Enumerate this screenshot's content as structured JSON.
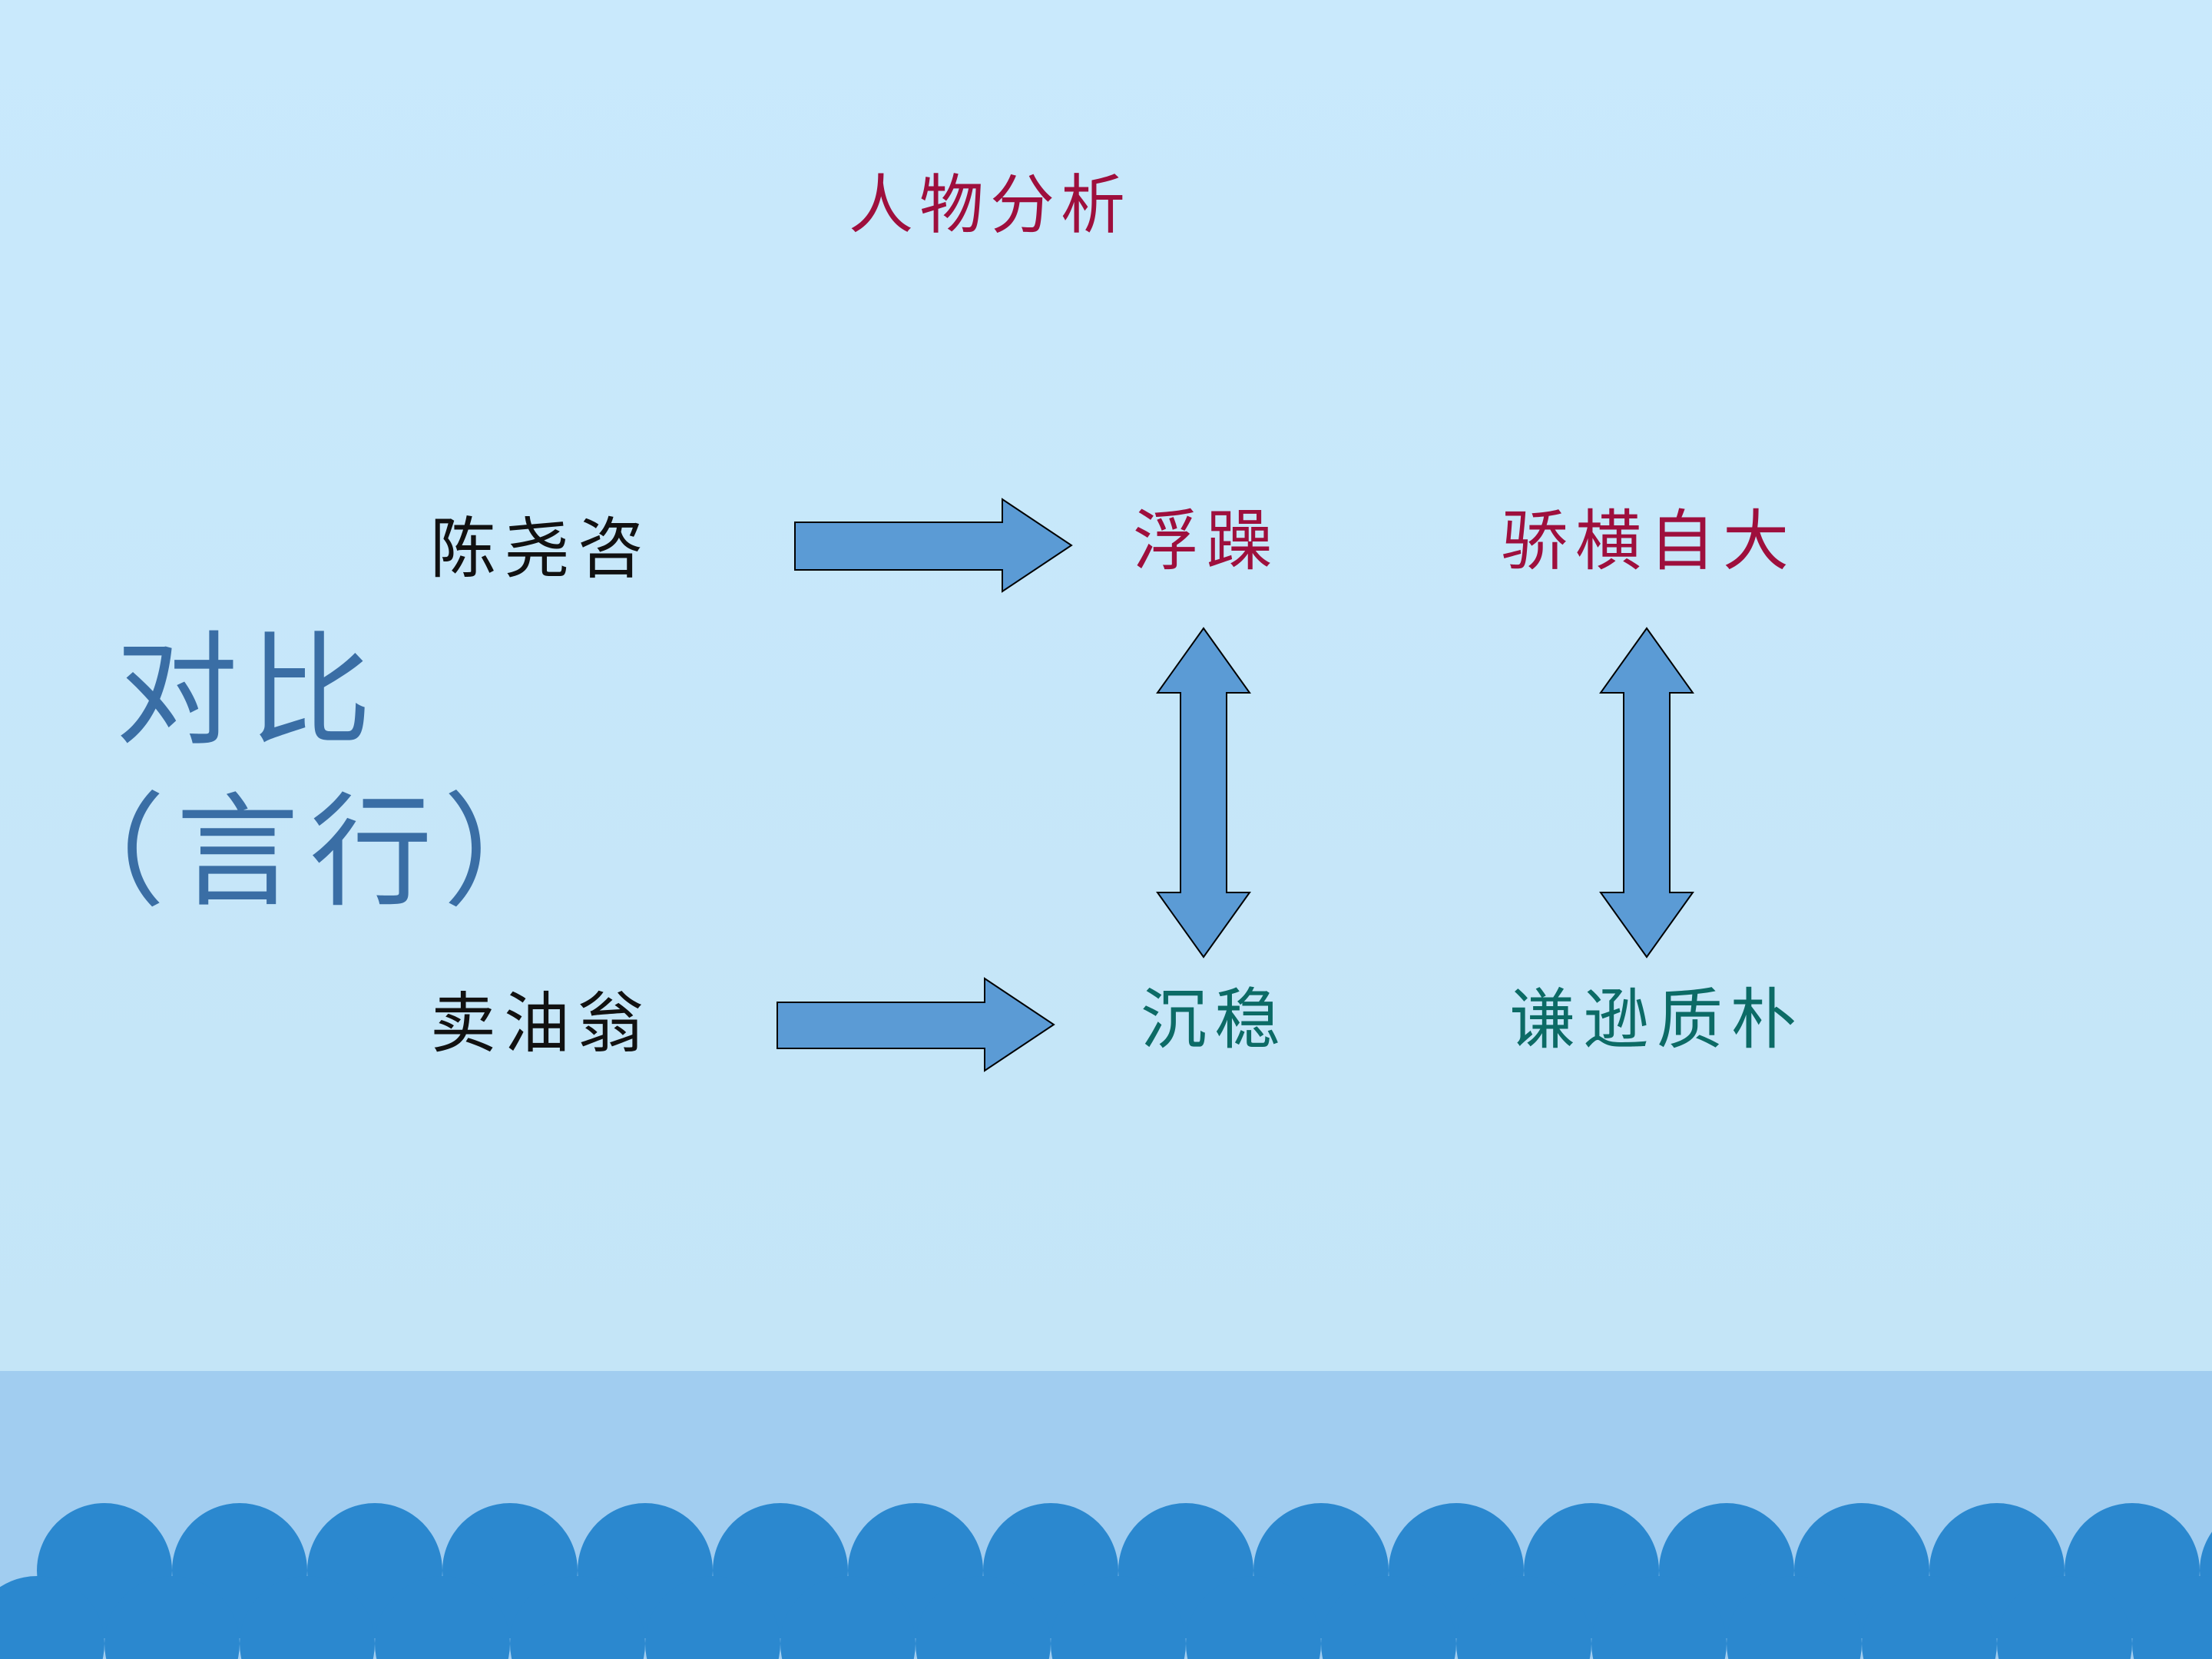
{
  "slide": {
    "title": "人物分析",
    "contrast_line1": "对比",
    "contrast_line2": "（言行）",
    "characters": {
      "top": "陈尧咨",
      "bottom": "卖油翁"
    },
    "traits": {
      "top_1": "浮躁",
      "top_2": "骄横自大",
      "bottom_1": "沉稳",
      "bottom_2": "谦逊质朴"
    }
  },
  "colors": {
    "title_red": "#9e0f3d",
    "trait_teal": "#0c6b66",
    "contrast_blue": "#3a6ea5",
    "arrow_fill": "#5b9bd5",
    "background": "#c5e6f8",
    "wave_blue": "#2b88cf"
  }
}
